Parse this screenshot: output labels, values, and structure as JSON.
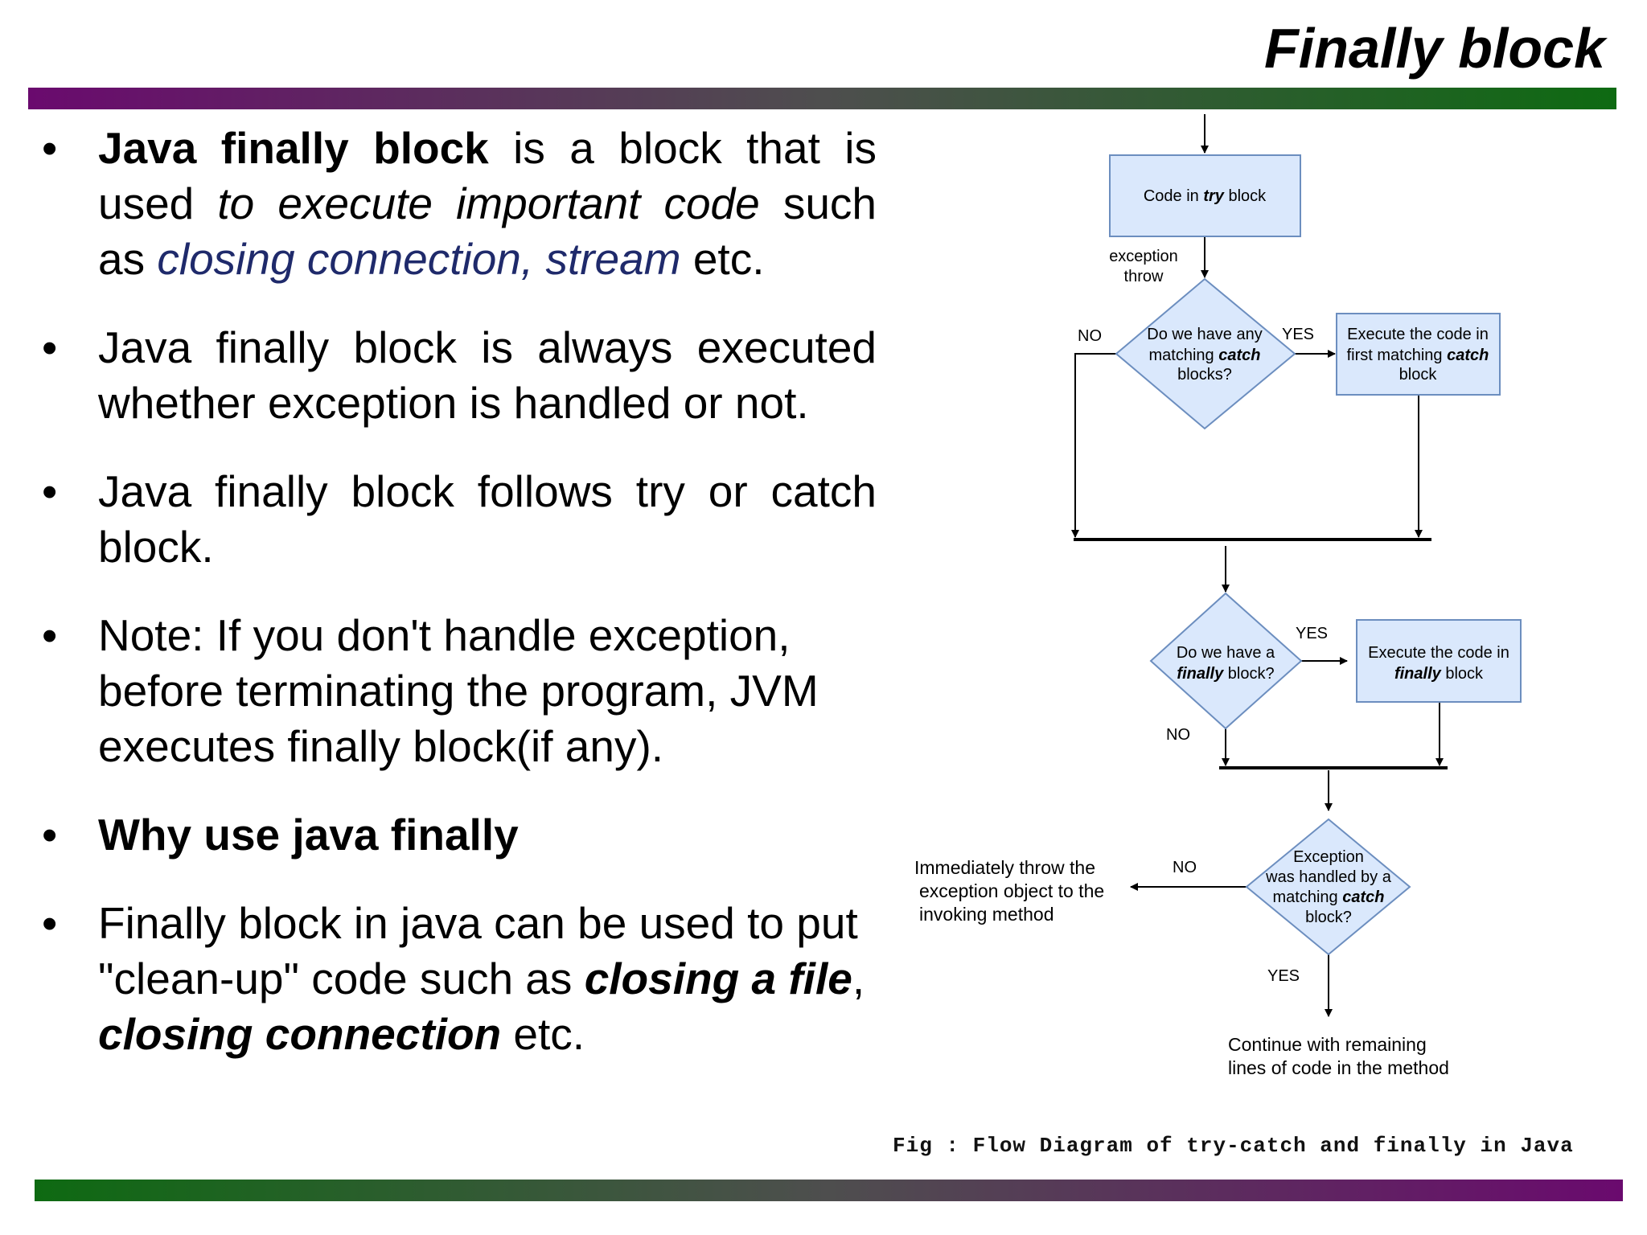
{
  "title": "Finally block",
  "bullets": [
    {
      "id": "definition",
      "segments": [
        {
          "text": "Java finally block",
          "style": "bold"
        },
        {
          "text": " is a block that is used ",
          "style": "normal"
        },
        {
          "text": "to execute important code",
          "style": "italic"
        },
        {
          "text": " such as ",
          "style": "normal"
        },
        {
          "text": "closing connection, stream",
          "style": "blue-italic"
        },
        {
          "text": " etc.",
          "style": "normal"
        }
      ]
    },
    {
      "id": "always-executed",
      "segments": [
        {
          "text": "Java finally block is always executed whether exception is handled or not.",
          "style": "normal"
        }
      ]
    },
    {
      "id": "follows",
      "segments": [
        {
          "text": "Java finally block follows try or catch block.",
          "style": "normal"
        }
      ]
    },
    {
      "id": "note",
      "segments": [
        {
          "text": "Note: If you don't handle exception, before terminating the program, JVM executes finally block(if any).",
          "style": "normal"
        }
      ]
    },
    {
      "id": "why-use",
      "segments": [
        {
          "text": "Why use java finally",
          "style": "bold"
        }
      ]
    },
    {
      "id": "cleanup",
      "segments": [
        {
          "text": "Finally block in java can be used to put \"clean-up\" code such as ",
          "style": "normal"
        },
        {
          "text": "closing a file",
          "style": "bold-italic"
        },
        {
          "text": ", ",
          "style": "normal"
        },
        {
          "text": "closing connection",
          "style": "bold-italic"
        },
        {
          "text": " etc.",
          "style": "normal"
        }
      ]
    }
  ],
  "diagram": {
    "try_box": {
      "pre": "Code in ",
      "em": "try",
      "post": " block"
    },
    "exception_throw": [
      "exception",
      "throw"
    ],
    "catch_decision": {
      "line1": "Do we have any",
      "line2_pre": "matching ",
      "line2_em": "catch",
      "line3": "blocks?"
    },
    "catch_box": {
      "line1": "Execute the code in",
      "line2_pre": "first matching ",
      "line2_em": "catch",
      "line3": "block"
    },
    "finally_decision": {
      "line1": "Do we have a",
      "line2_em": "finally",
      "line2_post": " block?"
    },
    "finally_box": {
      "line1": "Execute the code in",
      "line2_em": "finally",
      "line2_post": " block"
    },
    "handled_decision": {
      "line1": "Exception",
      "line2": "was handled by a",
      "line3_pre": "matching ",
      "line3_em": "catch",
      "line4": "block?"
    },
    "throw_text": [
      "Immediately throw the",
      "exception object to the",
      "invoking method"
    ],
    "continue_text": [
      "Continue with remaining",
      "lines of code in the method"
    ],
    "labels": {
      "no1": "NO",
      "yes1": "YES",
      "yes2": "YES",
      "no2": "NO",
      "no3": "NO",
      "yes3": "YES"
    },
    "colors": {
      "box_fill": "#dae8fc",
      "box_stroke": "#6c8ebf",
      "line": "#000000"
    }
  },
  "caption": "Fig : Flow Diagram of try-catch and finally in Java"
}
